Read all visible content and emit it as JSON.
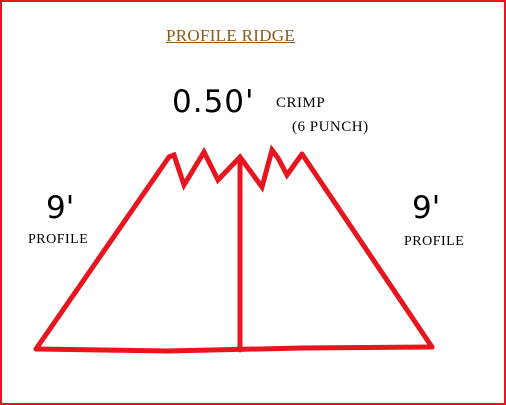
{
  "title": "PROFILE RIDGE",
  "top_dimension": "0.50'",
  "crimp_label": "CRIMP",
  "punch_label": "(6 PUNCH)",
  "left": {
    "dimension": "9'",
    "label": "PROFILE"
  },
  "right": {
    "dimension": "9'",
    "label": "PROFILE"
  },
  "colors": {
    "outline": "#e8141e",
    "title": "#8a5a1c",
    "text": "#000000"
  }
}
